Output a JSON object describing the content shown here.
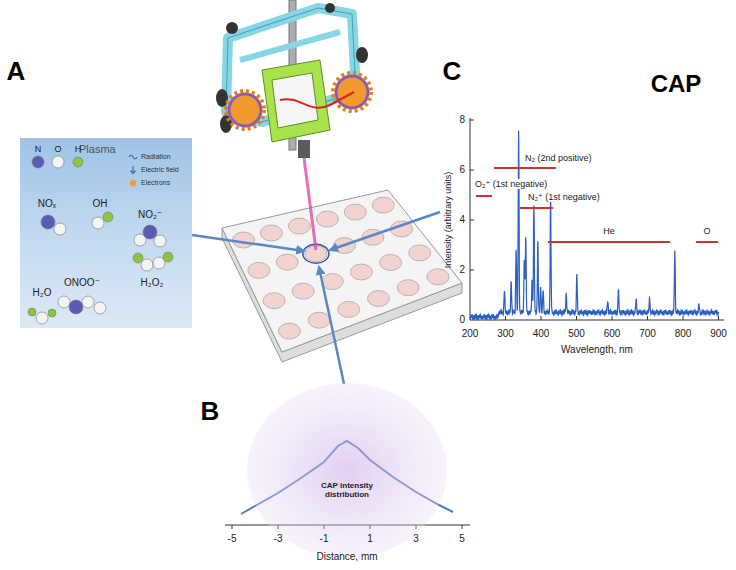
{
  "diagram": {
    "nodes": [
      {
        "text": [
          "Plasma"
        ]
      },
      {
        "text": [
          "CAP intensity distribution"
        ]
      }
    ],
    "labels": [
      "A",
      "B",
      "C",
      "CAP",
      "N",
      "O",
      "H",
      "NOₓ",
      "OH",
      "NO₂⁻",
      "ONOO⁻",
      "H₂O",
      "H₂O₂",
      "N₂ (2nd positive)",
      "O₂⁺ (1st negative)",
      "N₂⁺ (1st negative)",
      "He",
      "O",
      "Intensity (arbitrary units)",
      "Wavelength, nm",
      "0",
      "2",
      "4",
      "6",
      "8",
      "200",
      "300",
      "400",
      "500",
      "600",
      "700",
      "800",
      "900",
      "-5",
      "-3",
      "-1",
      "1",
      "3",
      "5",
      "Distance, mm"
    ],
    "legend": [
      {
        "text": "Radiation"
      },
      {
        "text": "Electric field"
      },
      {
        "text": "Electrons"
      }
    ]
  }
}
